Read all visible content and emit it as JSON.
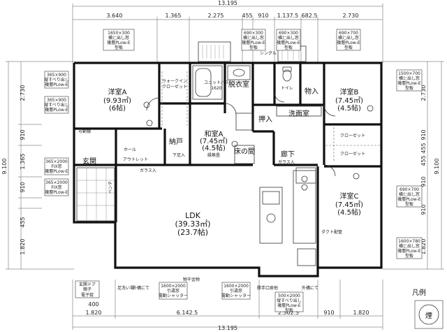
{
  "dimensions": {
    "top_total": "13.195",
    "top_segments": [
      "3.640",
      "1.365",
      "2.275",
      "455",
      "910",
      "1.137.5",
      "682.5",
      "2.730"
    ],
    "bottom_segments": [
      "1.820",
      "6.142.5",
      "2.502.5",
      "910",
      "1.820"
    ],
    "bottom_total": "13.195",
    "left_total": "9.100",
    "left_segments": [
      "2.730",
      "910",
      "1.365",
      "910",
      "455",
      "1.820"
    ],
    "right_total": "9.100",
    "right_segments": [
      "2.730",
      "910",
      "455",
      "455",
      "910",
      "910",
      "1.820"
    ],
    "bottom_small": "400"
  },
  "rooms": {
    "bedroom_a": {
      "name": "洋室A",
      "area": "(9.93㎡)",
      "mats": "(6帖)"
    },
    "walkin": {
      "line1": "ウォークイン",
      "line2": "クローゼット"
    },
    "unit_bath": {
      "name": "ユニットバス",
      "size": "1620"
    },
    "dressing": {
      "name": "脱衣室"
    },
    "toilet": {
      "name": "トイレ"
    },
    "storage_in": {
      "name": "物入"
    },
    "bedroom_b": {
      "name": "洋室B",
      "area": "(7.45㎡)",
      "mats": "(4.5帖)"
    },
    "washroom": {
      "name": "洗面室"
    },
    "push_closet": {
      "name": "押入"
    },
    "japanese_a": {
      "name": "和室A",
      "area": "(7.45㎡)",
      "mats": "(4.5帖)",
      "note": "縁無畳"
    },
    "tokonoma": {
      "name": "床の間"
    },
    "nando": {
      "name": "納戸"
    },
    "hall": {
      "name": "ホール"
    },
    "genkan": {
      "name": "玄関"
    },
    "corridor": {
      "name": "廊下"
    },
    "closet_1": {
      "name": "クローゼット"
    },
    "closet_2": {
      "name": "クローゼット"
    },
    "bedroom_c": {
      "name": "洋室C",
      "area": "(7.45㎡)",
      "mats": "(4.5帖)"
    },
    "ldk": {
      "name": "LDK",
      "area": "(39.33㎡)",
      "mats": "(23.7帖)"
    }
  },
  "window_labels": [
    {
      "id": "w1",
      "lines": [
        "1650×300",
        "横辷出し窓",
        "複層PLow-E",
        "型板"
      ]
    },
    {
      "id": "w2",
      "lines": [
        "690×300",
        "横辷出し窓",
        "複層PLow-E",
        "型板"
      ]
    },
    {
      "id": "w3",
      "lines": [
        "690×300",
        "横辷出し窓",
        "複層PLow-E",
        "型板"
      ]
    },
    {
      "id": "w4",
      "lines": [
        "690×700",
        "横辷出し窓",
        "複層PLow-E",
        "型板"
      ]
    },
    {
      "id": "w5",
      "lines": [
        "365×900",
        "縦すべり出し",
        "複層PLow-E"
      ]
    },
    {
      "id": "w6",
      "lines": [
        "365×900",
        "縦すべり出し",
        "複層PLow-E"
      ]
    },
    {
      "id": "w7",
      "lines": [
        "1500×700",
        "横辷出し窓",
        "複層PLow-E",
        "型板"
      ]
    },
    {
      "id": "w8",
      "lines": [
        "365×2000",
        "FIX窓",
        "複層PLow-E"
      ]
    },
    {
      "id": "w9",
      "lines": [
        "365×2000",
        "FIX窓",
        "複層PLow-E"
      ]
    },
    {
      "id": "w10",
      "lines": [
        "690×700",
        "横辷出し窓",
        "複層PLow-E",
        "型板"
      ]
    },
    {
      "id": "w11",
      "lines": [
        "1600×780",
        "横辷出し窓",
        "複層PLow-E",
        "型板"
      ]
    },
    {
      "id": "w12",
      "lines": [
        "1600×2000",
        "引違窓",
        "電動シャッター"
      ]
    },
    {
      "id": "w13",
      "lines": [
        "1600×2000",
        "引違窓",
        "電動シャッター"
      ]
    },
    {
      "id": "w14",
      "lines": [
        "500×2000",
        "縦すべり出し",
        "複層PLow-E",
        "型板"
      ]
    }
  ],
  "misc_labels": {
    "entrance_door": "玄関ドア",
    "entrance_door2": "親子",
    "entrance_key": "電子錠",
    "step": "足洗い場",
    "outside_tap": "外構にて",
    "fence": "物干金物",
    "pipe": "ダクト配管",
    "kitchen_window": "勝手口扉他",
    "exterior": "外構にて",
    "legend_title": "凡例",
    "legend_icon": "煙",
    "bench": "ベンチ",
    "shoes": "下足入",
    "storage_note": "可動棚",
    "glass_door1": "ガラス入",
    "glass_door2": "ガラス入",
    "outlet": "アウトレット",
    "sign": "シングル"
  }
}
